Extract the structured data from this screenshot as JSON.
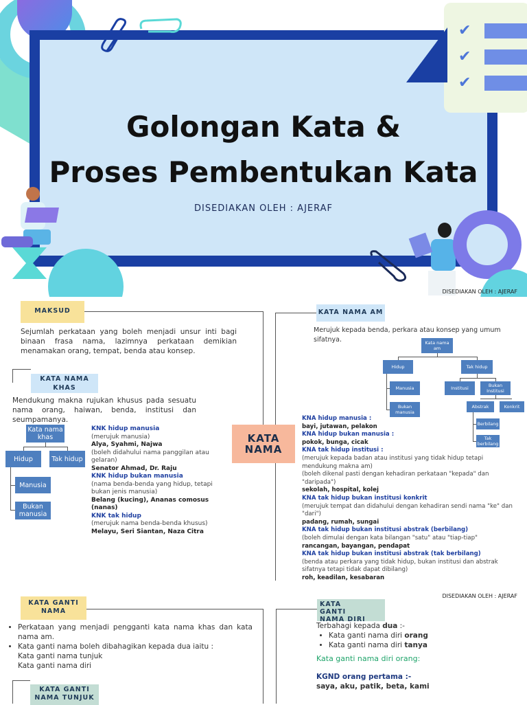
{
  "cover": {
    "title_line1": "Golongan Kata &",
    "title_line2": "Proses Pembentukan Kata",
    "byline": "DISEDIAKAN OLEH : AJERAF"
  },
  "footer_credit": "DISEDIAKAN OLEH : AJERAF",
  "maksud": {
    "tag": "MAKSUD",
    "text": "Sejumlah perkataan yang boleh menjadi unsur inti bagi binaan frasa nama, lazimnya perkataan demikian menamakan orang, tempat, benda atau konsep."
  },
  "kata_nama_khas": {
    "tag_line1": "KATA NAMA",
    "tag_line2": "KHAS",
    "text": "Mendukung makna rujukan khusus pada sesuatu nama orang, haiwan, benda, institusi dan seumpamanya.",
    "diagram": {
      "root": "Kata nama khas",
      "left": "Hidup",
      "right": "Tak hidup",
      "child1": "Manusia",
      "child2": "Bukan manusia"
    },
    "examples": [
      {
        "h": "KNK hidup manusia"
      },
      {
        "n": "(merujuk manusia)"
      },
      {
        "b": "Alya, Syahmi, Najwa"
      },
      {
        "n": "(boleh didahului nama panggilan atau gelaran)"
      },
      {
        "b": "Senator Ahmad, Dr. Raju"
      },
      {
        "h": "KNK hidup bukan manusia"
      },
      {
        "n": "(nama benda-benda yang hidup, tetapi bukan jenis manusia)"
      },
      {
        "b": "Belang (kucing), Ananas comosus (nanas)"
      },
      {
        "h": "KNK tak hidup"
      },
      {
        "n": "(merujuk nama benda-benda khusus)"
      },
      {
        "b": "Melayu, Seri Siantan, Naza Citra"
      }
    ]
  },
  "center_label": {
    "line1": "KATA",
    "line2": "NAMA"
  },
  "kata_nama_am": {
    "tag": "KATA NAMA AM",
    "text": "Merujuk kepada benda, perkara atau konsep yang umum sifatnya.",
    "diagram": {
      "root": "Kata nama am",
      "hidup": "Hidup",
      "tak_hidup": "Tak hidup",
      "manusia": "Manusia",
      "bukan_manusia": "Bukan manusia",
      "institusi": "Institusi",
      "bukan_institusi": "Bukan Institusi",
      "abstrak": "Abstrak",
      "konkrit": "Konkrit",
      "berbilang": "Berbilang",
      "tak_berbilang": "Tak berbilang"
    },
    "examples": [
      {
        "h": "KNA hidup manusia :"
      },
      {
        "b": "bayi, jutawan, pelakon"
      },
      {
        "h": "KNA hidup bukan manusia :"
      },
      {
        "b": "pokok, bunga, cicak"
      },
      {
        "h": "KNA tak hidup institusi :"
      },
      {
        "n": "(merujuk kepada badan atau institusi yang tidak hidup tetapi mendukung makna am)"
      },
      {
        "n": "(boleh dikenal pasti dengan kehadiran perkataan \"kepada\" dan \"daripada\")"
      },
      {
        "b": "sekolah, hospital, kolej"
      },
      {
        "h": "KNA tak hidup bukan institusi konkrit"
      },
      {
        "n": "(merujuk tempat dan didahului dengan kehadiran sendi nama \"ke\" dan \"dari\")"
      },
      {
        "b": "padang, rumah, sungai"
      },
      {
        "h": "KNA tak hidup bukan institusi abstrak (berbilang)"
      },
      {
        "n": "(boleh dimulai dengan kata bilangan \"satu\" atau \"tiap-tiap\""
      },
      {
        "b": "rancangan, bayangan, pendapat"
      },
      {
        "h": "KNA tak hidup bukan institusi abstrak (tak berbilang)"
      },
      {
        "n": "(benda atau perkara yang tidak hidup, bukan institusi dan abstrak sifatnya tetapi tidak dapat dibilang)"
      },
      {
        "b": "roh, keadilan, kesabaran"
      }
    ]
  },
  "kata_ganti_nama": {
    "tag_line1": "KATA GANTI",
    "tag_line2": "NAMA",
    "bullet1": "Perkataan yang menjadi pengganti kata nama khas dan kata nama am.",
    "bullet2": "Kata ganti nama boleh dibahagikan kepada dua iaitu :",
    "sub1": "Kata ganti nama tunjuk",
    "sub2": "Kata ganti nama diri"
  },
  "kata_ganti_nama_tunjuk": {
    "tag_line1": "KATA GANTI",
    "tag_line2": "NAMA TUNJUK"
  },
  "kata_ganti_nama_diri": {
    "tag_line1": "KATA",
    "tag_line2": "GANTI",
    "tag_line3": "NAMA DIRI",
    "intro_pre": "Terbahagi kepada ",
    "intro_bold": "dua",
    "intro_post": " :-",
    "item1_pre": "Kata ganti nama diri ",
    "item1_bold": "orang",
    "item2_pre": "Kata ganti nama diri ",
    "item2_bold": "tanya",
    "heading": "Kata ganti nama diri orang:",
    "sub_heading": "KGND orang pertama :-",
    "sub_examples": "saya, aku, patik, beta, kami"
  }
}
